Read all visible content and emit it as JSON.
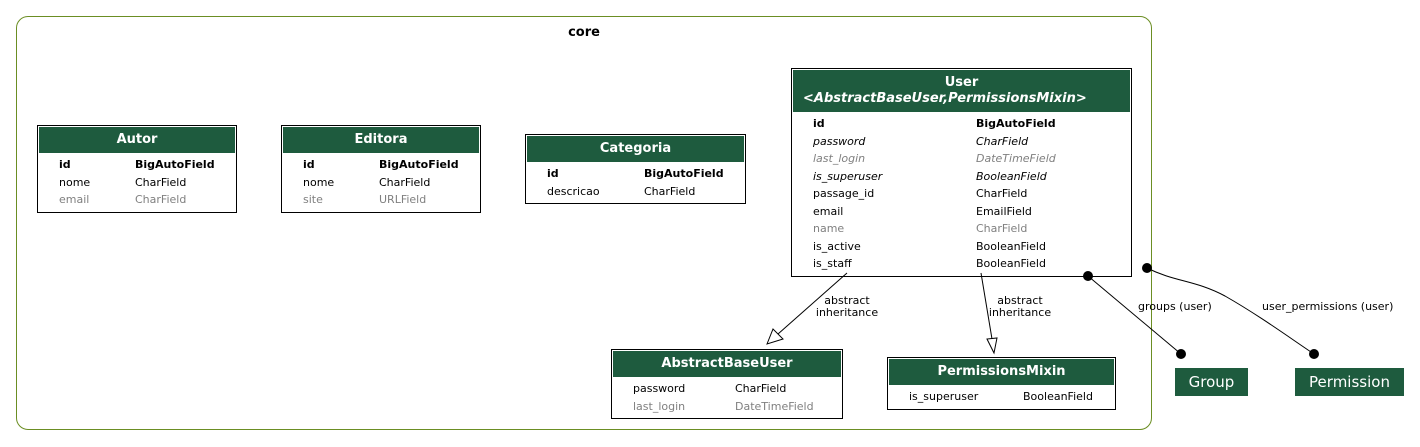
{
  "cluster": {
    "label": "core"
  },
  "models": {
    "autor": {
      "title": "Autor",
      "fields": [
        {
          "name": "id",
          "type": "BigAutoField",
          "style": "pk"
        },
        {
          "name": "nome",
          "type": "CharField",
          "style": ""
        },
        {
          "name": "email",
          "type": "CharField",
          "style": "inh"
        }
      ]
    },
    "editora": {
      "title": "Editora",
      "fields": [
        {
          "name": "id",
          "type": "BigAutoField",
          "style": "pk"
        },
        {
          "name": "nome",
          "type": "CharField",
          "style": ""
        },
        {
          "name": "site",
          "type": "URLField",
          "style": "inh"
        }
      ]
    },
    "categoria": {
      "title": "Categoria",
      "fields": [
        {
          "name": "id",
          "type": "BigAutoField",
          "style": "pk"
        },
        {
          "name": "descricao",
          "type": "CharField",
          "style": ""
        }
      ]
    },
    "user": {
      "title": "User",
      "subtitle": "<AbstractBaseUser,PermissionsMixin>",
      "fields": [
        {
          "name": "id",
          "type": "BigAutoField",
          "style": "pk"
        },
        {
          "name": "password",
          "type": "CharField",
          "style": "it"
        },
        {
          "name": "last_login",
          "type": "DateTimeField",
          "style": "inh it"
        },
        {
          "name": "is_superuser",
          "type": "BooleanField",
          "style": "it"
        },
        {
          "name": "passage_id",
          "type": "CharField",
          "style": ""
        },
        {
          "name": "email",
          "type": "EmailField",
          "style": ""
        },
        {
          "name": "name",
          "type": "CharField",
          "style": "inh"
        },
        {
          "name": "is_active",
          "type": "BooleanField",
          "style": ""
        },
        {
          "name": "is_staff",
          "type": "BooleanField",
          "style": ""
        }
      ]
    },
    "abstractbaseuser": {
      "title": "AbstractBaseUser",
      "fields": [
        {
          "name": "password",
          "type": "CharField",
          "style": ""
        },
        {
          "name": "last_login",
          "type": "DateTimeField",
          "style": "inh"
        }
      ]
    },
    "permissionsmixin": {
      "title": "PermissionsMixin",
      "fields": [
        {
          "name": "is_superuser",
          "type": "BooleanField",
          "style": ""
        }
      ]
    }
  },
  "external": {
    "group": "Group",
    "permission": "Permission"
  },
  "edges": {
    "inherit_abstractbaseuser": [
      "abstract",
      "inheritance"
    ],
    "inherit_permissionsmixin": [
      "abstract",
      "inheritance"
    ],
    "groups": "groups (user)",
    "user_permissions": "user_permissions (user)"
  },
  "colors": {
    "header_bg": "#1e5b3e",
    "cluster_border": "#6b8e23",
    "inherited_text": "#808080"
  }
}
